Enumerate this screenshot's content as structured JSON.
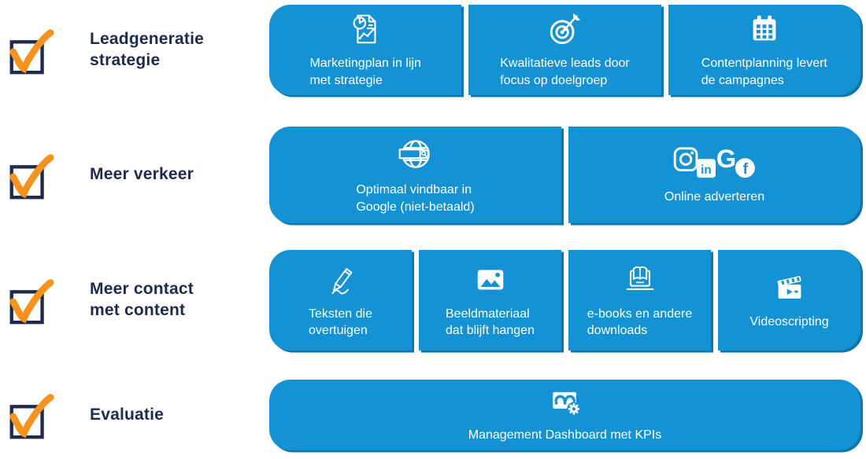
{
  "colors": {
    "card_blue": "#1492D3",
    "card_shadow_blue": "#0D74AE",
    "label_navy": "#1C2B4F",
    "check_orange": "#F6921E",
    "card_text": "#FFFFFF"
  },
  "rows": [
    {
      "label": "Leadgeneratie\nstrategie",
      "checked": true,
      "cards": [
        {
          "icon": "marketing-report-icon",
          "label": "Marketingplan in lijn\nmet strategie"
        },
        {
          "icon": "target-icon",
          "label": "Kwalitatieve leads door\nfocus op doelgroep"
        },
        {
          "icon": "calendar-icon",
          "label": "Contentplanning levert\nde campagnes"
        }
      ]
    },
    {
      "label": "Meer verkeer",
      "checked": true,
      "cards": [
        {
          "icon": "globe-search-icon",
          "label": "Optimaal vindbaar in\nGoogle (niet-betaald)"
        },
        {
          "icon": "social-media-icons",
          "label": "Online adverteren"
        }
      ]
    },
    {
      "label": "Meer contact\nmet content",
      "checked": true,
      "cards": [
        {
          "icon": "pencil-icon",
          "label": "Teksten die\novertuigen"
        },
        {
          "icon": "image-icon",
          "label": "Beeldmateriaal\ndat blijft hangen"
        },
        {
          "icon": "ebook-icon",
          "label": "e-books en andere\ndownloads"
        },
        {
          "icon": "video-icon",
          "label": "Videoscripting"
        }
      ]
    },
    {
      "label": "Evaluatie",
      "checked": true,
      "cards": [
        {
          "icon": "dashboard-icon",
          "label": "Management Dashboard met KPIs"
        }
      ]
    }
  ]
}
